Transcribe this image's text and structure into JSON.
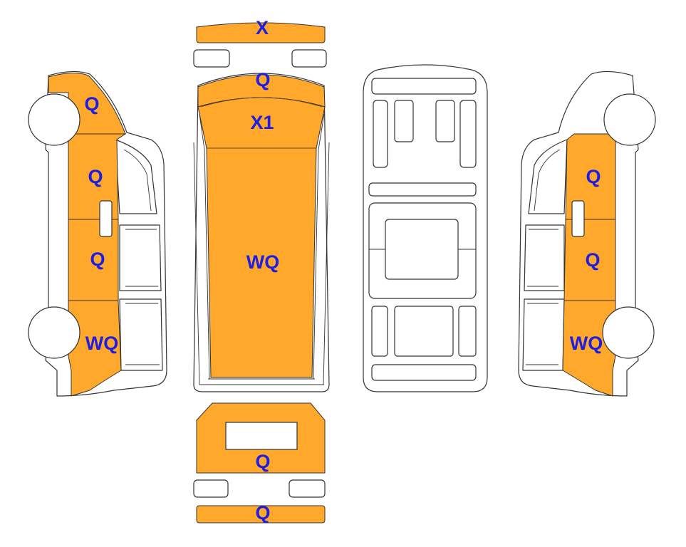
{
  "colors": {
    "damaged_panel": "#ffa82b",
    "label": "#1e1ee0",
    "outline": "#333333",
    "background": "#ffffff"
  },
  "labels": {
    "front_bumper": "X",
    "hood": "Q",
    "windshield": "X1",
    "roof": "WQ",
    "rear_door": "Q",
    "rear_bumper": "Q",
    "left_front_fender": "Q",
    "left_front_door": "Q",
    "left_sliding_door": "Q",
    "left_rear_quarter": "WQ",
    "right_front_door": "Q",
    "right_sliding_door": "Q",
    "right_rear_quarter": "WQ"
  }
}
